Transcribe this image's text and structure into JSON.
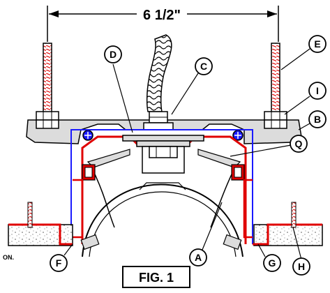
{
  "dimension": {
    "label": "6 1/2\""
  },
  "figure": {
    "label": "FIG. 1"
  },
  "fragment": {
    "label": "ON."
  },
  "callouts": {
    "A": "A",
    "B": "B",
    "C": "C",
    "D": "D",
    "E": "E",
    "F": "F",
    "G": "G",
    "H": "H",
    "I": "I",
    "Q": "Q"
  },
  "colors": {
    "red": "#e00000",
    "blue": "#1a1aff",
    "gray": "#d9d9d9",
    "black": "#000000"
  }
}
